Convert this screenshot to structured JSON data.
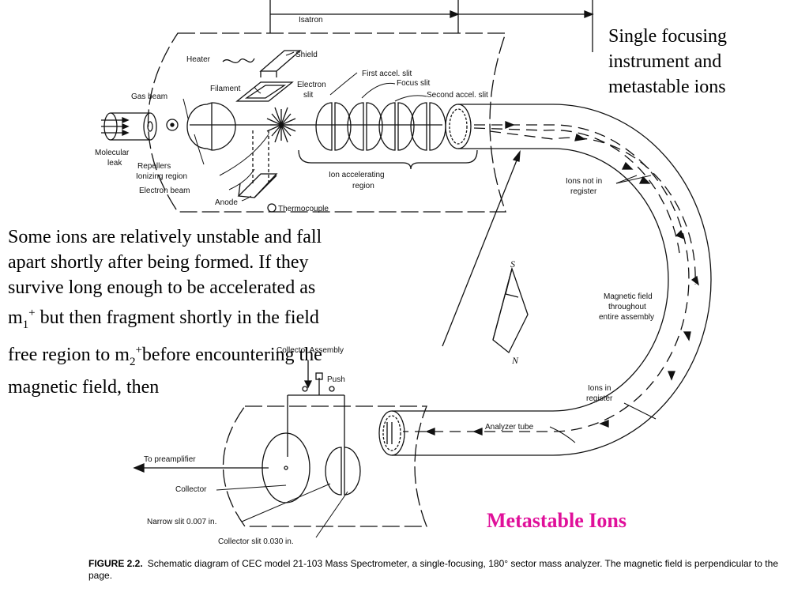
{
  "colors": {
    "ink": "#111111",
    "accent": "#e0109a"
  },
  "diagram": {
    "labels": {
      "isatron": "Isatron",
      "heater": "Heater",
      "shield": "Shield",
      "filament": "Filament",
      "first_accel_slit": "First accel. slit",
      "focus_slit": "Focus slit",
      "electron": "Electron",
      "slit": "slit",
      "second_accel_slit": "Second accel. slit",
      "gas_beam": "Gas beam",
      "molecular": "Molecular",
      "leak": "leak",
      "repellers": "Repellers",
      "ionizing_region": "Ionizing region",
      "electron_beam": "Electron beam",
      "anode": "Anode",
      "thermocouple": "Thermocouple",
      "ion_accelerating": "Ion accelerating",
      "region": "region",
      "ions_not_in": "Ions not in",
      "register": "register",
      "magnetic_field": "Magnetic field",
      "throughout": "throughout",
      "entire_assembly": "entire assembly",
      "pole_s": "S",
      "pole_n": "N",
      "collector_assembly": "Collector Assembly",
      "push": "Push",
      "ions_in": "Ions in",
      "register2": "register",
      "analyzer_tube": "Analyzer tube",
      "to_preamplifier": "To preamplifier",
      "collector": "Collector",
      "narrow_slit": "Narrow slit 0.007 in.",
      "collector_slit": "Collector slit 0.030 in."
    }
  },
  "annotations": {
    "single_focusing": [
      "Single focusing",
      "instrument and",
      "metastable ions"
    ],
    "paragraph": {
      "l1": "Some ions are relatively unstable and fall",
      "l2": "apart shortly after being formed. If they",
      "l3": "survive long enough to be accelerated as",
      "l4_m": "m",
      "l4_sub": "1",
      "l4_sup": "+",
      "l4_rest": " but then fragment shortly in the field",
      "l5_a": "free region to m",
      "l5_sub": "2",
      "l5_sup": "+",
      "l5_rest": "before encountering the",
      "l6": "magnetic field, then"
    },
    "metastable_title": "Metastable Ions"
  },
  "caption": {
    "label": "FIGURE 2.2.",
    "text": "Schematic diagram of CEC model 21-103 Mass Spectrometer, a single-focusing, 180° sector mass analyzer. The magnetic field is perpendicular to the page."
  }
}
